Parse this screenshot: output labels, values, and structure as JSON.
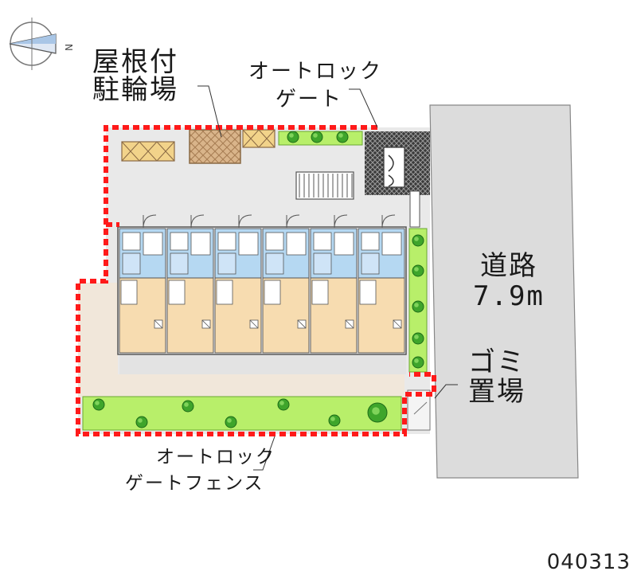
{
  "labels": {
    "roofed_bicycle_parking_line1": "屋根付",
    "roofed_bicycle_parking_line2": "駐輪場",
    "autolock_gate_line1": "オートロック",
    "autolock_gate_line2": "ゲート",
    "road_line1": "道路",
    "road_line2": "7.9m",
    "garbage_line1": "ゴミ",
    "garbage_line2": "置場",
    "autolock_fence_line1": "オートロック",
    "autolock_fence_line2": "ゲートフェンス"
  },
  "compass": {
    "direction_label": "N"
  },
  "map_code": "040313",
  "colors": {
    "boundary": "#ff1a1a",
    "building_floor": "#f7dcb0",
    "wet_area": "#b5d8f2",
    "greenery": "#b8ef6a",
    "road": "#dcdcdc",
    "yard": "#efe7dc",
    "walkway": "#e6e6e6"
  }
}
